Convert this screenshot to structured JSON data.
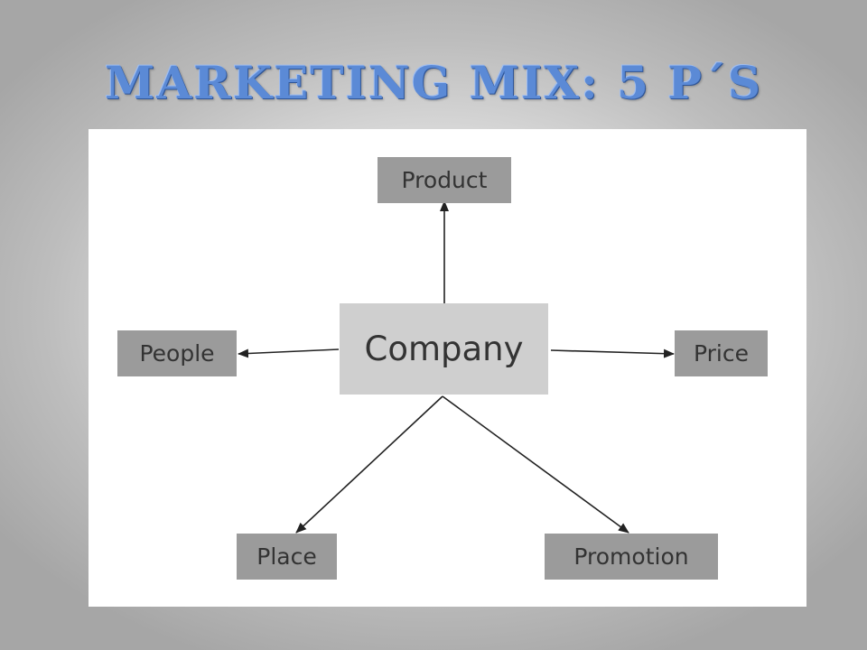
{
  "slide": {
    "title": "Marketing Mix: 5 P´s"
  },
  "diagram": {
    "center": {
      "label": "Company"
    },
    "nodes": {
      "product": {
        "label": "Product"
      },
      "people": {
        "label": "People"
      },
      "price": {
        "label": "Price"
      },
      "place": {
        "label": "Place"
      },
      "promotion": {
        "label": "Promotion"
      }
    },
    "colors": {
      "node_fill": "#9b9b9b",
      "center_fill": "#cfcfcf",
      "text": "#333333",
      "arrow": "#222222",
      "title": "#5b8ad6"
    }
  }
}
